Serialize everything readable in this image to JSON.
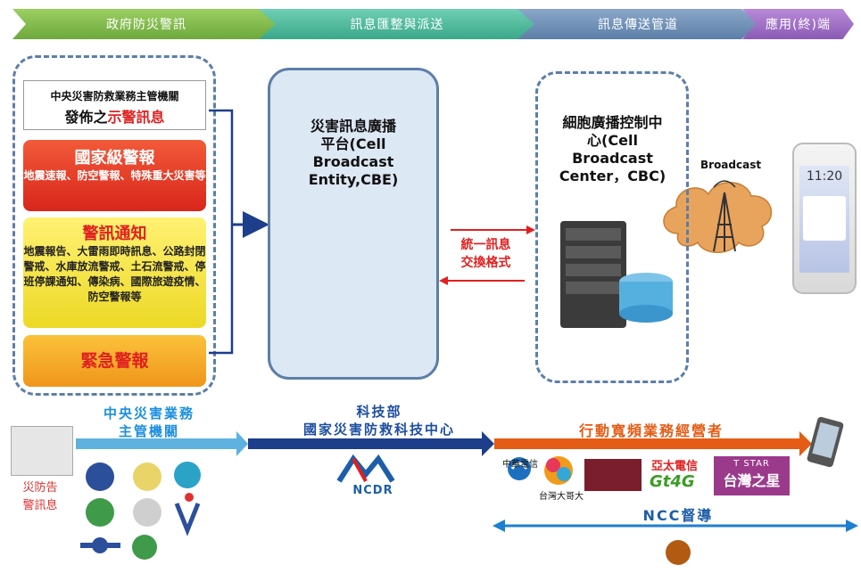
{
  "phases": [
    "政府防災警訊",
    "訊息匯整與派送",
    "訊息傳送管道",
    "應用(終)端"
  ],
  "issuer": {
    "line1": "中央災害防救業務主管機關",
    "line2_prefix": "發佈之",
    "line2_highlight": "示警訊息"
  },
  "cards": {
    "national": {
      "title": "國家級警報",
      "desc": "地震速報、防空警報、特殊重大災害等"
    },
    "alert": {
      "title": "警訊通知",
      "desc": "地震報告、大雷雨即時訊息、公路封閉警戒、水庫放流警戒、土石流警戒、停班停課通知、傳染病、國際旅遊疫情、防空警報等"
    },
    "emergency": {
      "title": "緊急警報"
    }
  },
  "cbe": {
    "line1": "災害訊息廣播",
    "line2": "平台(Cell",
    "line3": "Broadcast",
    "line4": "Entity,CBE)"
  },
  "cbc": {
    "line1": "細胞廣播控制中",
    "line2": "心(Cell",
    "line3": "Broadcast",
    "line4": "Center，CBC)"
  },
  "exchange": {
    "line1": "統一訊息",
    "line2": "交換格式"
  },
  "broadcast_label": "Broadcast",
  "phone_time": "11:20",
  "bottom": {
    "agency": {
      "line1": "中央災害業務",
      "line2": "主管機關"
    },
    "most": {
      "line1": "科技部",
      "line2": "國家災害防救科技中心"
    },
    "operator": "行動寬頻業務經營者",
    "ncc": "NCC督導",
    "notice": {
      "line1": "災防告",
      "line2": "警訊息"
    },
    "ncdr": "NCDR",
    "logos": {
      "cht": "中華電信",
      "twm": "台灣大哥大",
      "aptg_top": "亞太電信",
      "aptg_bottom": "Gt4G",
      "tstar_top": "T STAR",
      "tstar_bottom": "台灣之星"
    }
  },
  "colors": {
    "dashed_border": "#5c7fa8",
    "red_arrow": "#e02020",
    "navy_arrow": "#1d3e8a",
    "orange_arrow": "#e45c15",
    "blue_arrow": "#1d7fd0"
  }
}
